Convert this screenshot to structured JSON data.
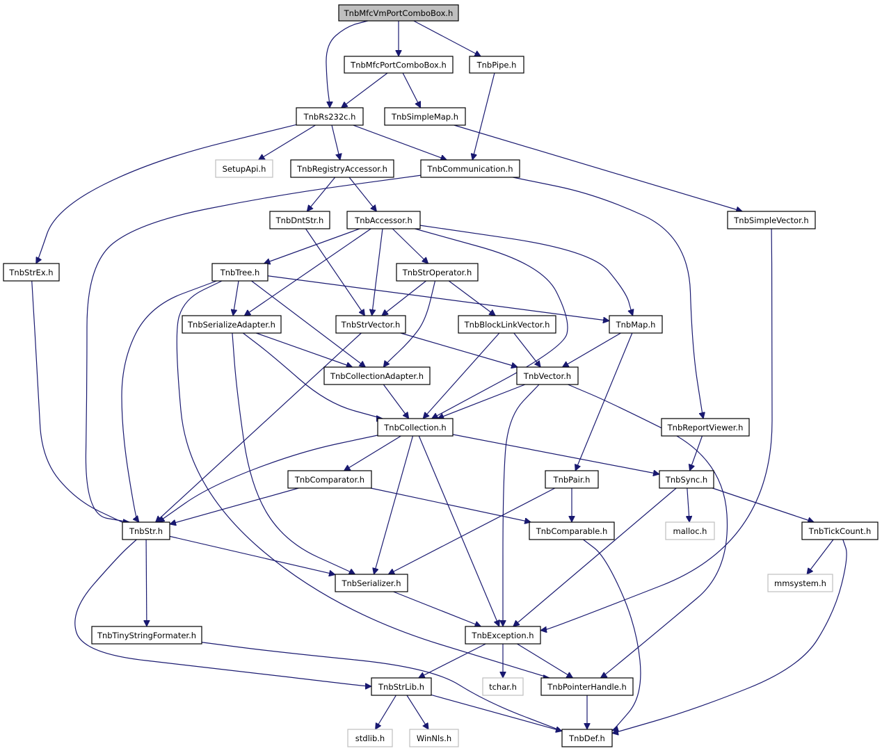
{
  "colors": {
    "edge": "#191970",
    "node_border": "#000000",
    "external_border": "#bfbfbf",
    "root_fill": "#bfbfbf"
  },
  "nodes": [
    {
      "id": "root",
      "label": "TnbMfcVmPortComboBox.h",
      "kind": "root"
    },
    {
      "id": "mfcport",
      "label": "TnbMfcPortComboBox.h",
      "kind": "normal"
    },
    {
      "id": "pipe",
      "label": "TnbPipe.h",
      "kind": "normal"
    },
    {
      "id": "rs232c",
      "label": "TnbRs232c.h",
      "kind": "normal"
    },
    {
      "id": "simplemap",
      "label": "TnbSimpleMap.h",
      "kind": "normal"
    },
    {
      "id": "setupapi",
      "label": "SetupApi.h",
      "kind": "external"
    },
    {
      "id": "regacc",
      "label": "TnbRegistryAccessor.h",
      "kind": "normal"
    },
    {
      "id": "comm",
      "label": "TnbCommunication.h",
      "kind": "normal"
    },
    {
      "id": "dntstr",
      "label": "TnbDntStr.h",
      "kind": "normal"
    },
    {
      "id": "accessor",
      "label": "TnbAccessor.h",
      "kind": "normal"
    },
    {
      "id": "simplevec",
      "label": "TnbSimpleVector.h",
      "kind": "normal"
    },
    {
      "id": "strex",
      "label": "TnbStrEx.h",
      "kind": "normal"
    },
    {
      "id": "tree",
      "label": "TnbTree.h",
      "kind": "normal"
    },
    {
      "id": "strop",
      "label": "TnbStrOperator.h",
      "kind": "normal"
    },
    {
      "id": "seradapter",
      "label": "TnbSerializeAdapter.h",
      "kind": "normal"
    },
    {
      "id": "strvector",
      "label": "TnbStrVector.h",
      "kind": "normal"
    },
    {
      "id": "blocklink",
      "label": "TnbBlockLinkVector.h",
      "kind": "normal"
    },
    {
      "id": "map",
      "label": "TnbMap.h",
      "kind": "normal"
    },
    {
      "id": "colladapter",
      "label": "TnbCollectionAdapter.h",
      "kind": "normal"
    },
    {
      "id": "vector",
      "label": "TnbVector.h",
      "kind": "normal"
    },
    {
      "id": "collection",
      "label": "TnbCollection.h",
      "kind": "normal"
    },
    {
      "id": "reportviewer",
      "label": "TnbReportViewer.h",
      "kind": "normal"
    },
    {
      "id": "comparator",
      "label": "TnbComparator.h",
      "kind": "normal"
    },
    {
      "id": "pair",
      "label": "TnbPair.h",
      "kind": "normal"
    },
    {
      "id": "sync",
      "label": "TnbSync.h",
      "kind": "normal"
    },
    {
      "id": "str",
      "label": "TnbStr.h",
      "kind": "normal"
    },
    {
      "id": "comparable",
      "label": "TnbComparable.h",
      "kind": "normal"
    },
    {
      "id": "malloc",
      "label": "malloc.h",
      "kind": "external"
    },
    {
      "id": "tickcount",
      "label": "TnbTickCount.h",
      "kind": "normal"
    },
    {
      "id": "serializer",
      "label": "TnbSerializer.h",
      "kind": "normal"
    },
    {
      "id": "mmsystem",
      "label": "mmsystem.h",
      "kind": "external"
    },
    {
      "id": "tinyfmt",
      "label": "TnbTinyStringFormater.h",
      "kind": "normal"
    },
    {
      "id": "exception",
      "label": "TnbException.h",
      "kind": "normal"
    },
    {
      "id": "strlib",
      "label": "TnbStrLib.h",
      "kind": "normal"
    },
    {
      "id": "tchar",
      "label": "tchar.h",
      "kind": "external"
    },
    {
      "id": "ptrhandle",
      "label": "TnbPointerHandle.h",
      "kind": "normal"
    },
    {
      "id": "stdlib",
      "label": "stdlib.h",
      "kind": "external"
    },
    {
      "id": "winnls",
      "label": "WinNls.h",
      "kind": "external"
    },
    {
      "id": "def",
      "label": "TnbDef.h",
      "kind": "normal"
    }
  ],
  "edges": [
    [
      "root",
      "rs232c"
    ],
    [
      "root",
      "mfcport"
    ],
    [
      "root",
      "pipe"
    ],
    [
      "mfcport",
      "rs232c"
    ],
    [
      "mfcport",
      "simplemap"
    ],
    [
      "pipe",
      "comm"
    ],
    [
      "rs232c",
      "setupapi"
    ],
    [
      "rs232c",
      "regacc"
    ],
    [
      "rs232c",
      "comm"
    ],
    [
      "rs232c",
      "strex"
    ],
    [
      "simplemap",
      "simplevec"
    ],
    [
      "regacc",
      "dntstr"
    ],
    [
      "regacc",
      "accessor"
    ],
    [
      "comm",
      "str"
    ],
    [
      "comm",
      "reportviewer"
    ],
    [
      "dntstr",
      "strvector"
    ],
    [
      "accessor",
      "tree"
    ],
    [
      "accessor",
      "seradapter"
    ],
    [
      "accessor",
      "strvector"
    ],
    [
      "accessor",
      "strop"
    ],
    [
      "accessor",
      "map"
    ],
    [
      "accessor",
      "collection"
    ],
    [
      "simplevec",
      "exception"
    ],
    [
      "strex",
      "str"
    ],
    [
      "tree",
      "seradapter"
    ],
    [
      "tree",
      "colladapter"
    ],
    [
      "tree",
      "map"
    ],
    [
      "tree",
      "str"
    ],
    [
      "tree",
      "ptrhandle"
    ],
    [
      "strop",
      "strvector"
    ],
    [
      "strop",
      "blocklink"
    ],
    [
      "strop",
      "colladapter"
    ],
    [
      "seradapter",
      "colladapter"
    ],
    [
      "seradapter",
      "collection"
    ],
    [
      "seradapter",
      "serializer"
    ],
    [
      "strvector",
      "vector"
    ],
    [
      "strvector",
      "str"
    ],
    [
      "blocklink",
      "vector"
    ],
    [
      "blocklink",
      "collection"
    ],
    [
      "map",
      "vector"
    ],
    [
      "map",
      "pair"
    ],
    [
      "colladapter",
      "collection"
    ],
    [
      "vector",
      "collection"
    ],
    [
      "vector",
      "exception"
    ],
    [
      "vector",
      "ptrhandle"
    ],
    [
      "collection",
      "comparator"
    ],
    [
      "collection",
      "str"
    ],
    [
      "collection",
      "serializer"
    ],
    [
      "collection",
      "exception"
    ],
    [
      "collection",
      "sync"
    ],
    [
      "reportviewer",
      "sync"
    ],
    [
      "comparator",
      "str"
    ],
    [
      "comparator",
      "comparable"
    ],
    [
      "pair",
      "comparable"
    ],
    [
      "pair",
      "serializer"
    ],
    [
      "sync",
      "malloc"
    ],
    [
      "sync",
      "tickcount"
    ],
    [
      "sync",
      "exception"
    ],
    [
      "str",
      "serializer"
    ],
    [
      "str",
      "tinyfmt"
    ],
    [
      "str",
      "strlib"
    ],
    [
      "comparable",
      "def"
    ],
    [
      "tickcount",
      "mmsystem"
    ],
    [
      "tickcount",
      "def"
    ],
    [
      "serializer",
      "exception"
    ],
    [
      "tinyfmt",
      "def"
    ],
    [
      "exception",
      "strlib"
    ],
    [
      "exception",
      "tchar"
    ],
    [
      "exception",
      "ptrhandle"
    ],
    [
      "strlib",
      "stdlib"
    ],
    [
      "strlib",
      "winnls"
    ],
    [
      "strlib",
      "def"
    ],
    [
      "ptrhandle",
      "def"
    ]
  ]
}
